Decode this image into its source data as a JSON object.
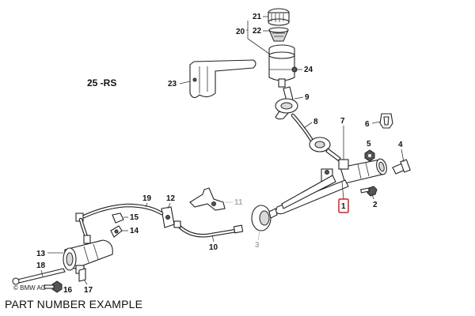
{
  "group_code": "25 -RS",
  "caption": "PART NUMBER EXAMPLE",
  "copyright": "© BMW AG",
  "highlighted_part": "1",
  "highlight_color": "#d02020",
  "labels": {
    "p1": "1",
    "p2": "2",
    "p3": "3",
    "p4": "4",
    "p5": "5",
    "p6": "6",
    "p7": "7",
    "p8": "8",
    "p9": "9",
    "p10": "10",
    "p11": "11",
    "p12": "12",
    "p13": "13",
    "p14": "14",
    "p15": "15",
    "p16": "16",
    "p17": "17",
    "p18": "18",
    "p19": "19",
    "p20": "20",
    "p21": "21",
    "p22": "22",
    "p23": "23",
    "p24": "24"
  }
}
